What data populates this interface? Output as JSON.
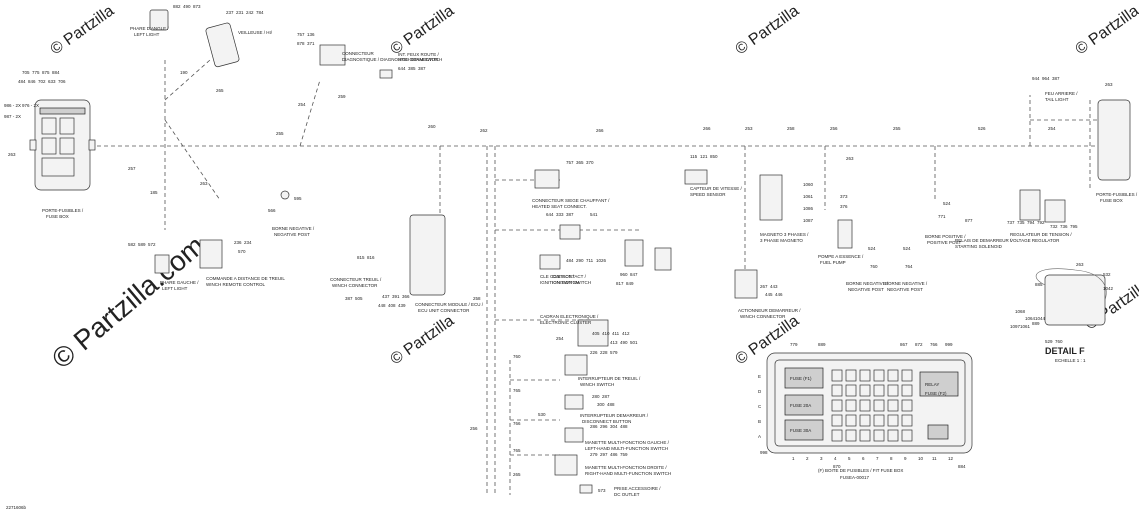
{
  "watermark": {
    "text": "© Partzilla",
    "diagonal_text": "© Partzilla.com"
  },
  "fuse_box": {
    "label_line1": "PORTE-FUSIBLES /",
    "label_line2": "FUSE BOX",
    "refs_top": [
      "705",
      "775",
      "875",
      "884",
      "484",
      "846",
      "702",
      "633",
      "706"
    ],
    "ref_side": "263",
    "side_notes": [
      "986 - 2X",
      "976 - 2X",
      "987 - 2X"
    ]
  },
  "trunk_refs": [
    "257",
    "260",
    "262",
    "266",
    "266",
    "253",
    "258",
    "256",
    "255",
    "526",
    "254"
  ],
  "left_refs": [
    "190",
    "265",
    "254",
    "259",
    "263",
    "255",
    "185",
    "566",
    "595"
  ],
  "components": [
    {
      "id": "winch_light",
      "refs": [
        "882",
        "490",
        "873"
      ],
      "line1": "PHARE D'ANGLE /",
      "line2": "LEFT LIGHT"
    },
    {
      "id": "headlight",
      "refs": [
        "237",
        "231",
        "242",
        "784"
      ],
      "line1": "VEILLEUSE / HI/",
      "line2": ""
    },
    {
      "id": "diag_connector",
      "refs": [
        "757",
        "136",
        "878",
        "371"
      ],
      "line1": "CONNECTEUR",
      "line2": "DIAGNOSTIQUE / DIAGNOSTIC CONNECTOR"
    },
    {
      "id": "hi_light_switch",
      "refs": [
        "644",
        "385",
        "387"
      ],
      "line1": "INT. FEUX ROUTE /",
      "line2": "HIGH BEAM SWITCH"
    },
    {
      "id": "negative_post",
      "refs": [
        "566",
        "595"
      ],
      "line1": "BORNE NEGATIVE /",
      "line2": "NEGATIVE POST"
    },
    {
      "id": "winch_remote",
      "refs": [
        "582",
        "589",
        "572",
        "236",
        "234",
        "570"
      ],
      "line1": "COMMANDE A DISTANCE DE TREUIL",
      "line2": "WINCH REMOTE CONTROL"
    },
    {
      "id": "left_light",
      "refs": [],
      "line1": "PHARE GAUCHE /",
      "line2": "LEFT LIGHT"
    },
    {
      "id": "winch_connector",
      "refs": [
        "815",
        "816"
      ],
      "line1": "CONNECTEUR TREUIL /",
      "line2": "WINCH CONNECTOR"
    },
    {
      "id": "module_conn",
      "refs": [
        "437",
        "391",
        "366",
        "448",
        "408",
        "439",
        "387",
        "505"
      ],
      "line1": "CONNECTEUR MODULE / ECU /",
      "line2": "ECU UNIT CONNECTOR"
    },
    {
      "id": "seat_conn",
      "refs": [
        "757",
        "365",
        "370"
      ],
      "line1": "CONNECTEUR SIEGE CHAUFFANT /",
      "line2": "HEATED SEAT CONNECT."
    },
    {
      "id": "ignition",
      "refs": [
        "644",
        "333",
        "387",
        "541"
      ],
      "line1": "CLE CONTACT /",
      "line2": "IGNITION SWITCH"
    },
    {
      "id": "cluster",
      "refs": [
        "405",
        "410",
        "411",
        "412",
        "413",
        "490",
        "501",
        "254"
      ],
      "line1": "CADRAN ELECTRONIQUE /",
      "line2": "ELECTRONIC CLUSTER"
    },
    {
      "id": "ign_switch",
      "refs": [
        "484",
        "290",
        "711",
        "1026",
        "960",
        "847",
        "817",
        "849"
      ],
      "line1": "CLE CONTACT /",
      "line2": "IGNITION SWITCH"
    },
    {
      "id": "speed_sensor",
      "refs": [
        "115",
        "121",
        "850"
      ],
      "line1": "CAPTEUR DE VITESSE /",
      "line2": "SPEED SENSOR"
    },
    {
      "id": "magneto",
      "refs": [
        "1060",
        "1061",
        "1086",
        "1087"
      ],
      "line1": "MAGNETO 3 PHASES /",
      "line2": "3 PHASE MAGNETO"
    },
    {
      "id": "fuel_pump",
      "refs": [
        "373",
        "376",
        "263"
      ],
      "line1": "POMPE A ESSENCE /",
      "line2": "FUEL PUMP"
    },
    {
      "id": "negative_post2",
      "refs": [
        "524",
        "760"
      ],
      "line1": "BORNE NEGATIVE /",
      "line2": "NEGATIVE POST"
    },
    {
      "id": "negative_post3",
      "refs": [
        "524",
        "764"
      ],
      "line1": "BORNE NEGATIVE /",
      "line2": "NEGATIVE POST"
    },
    {
      "id": "positive_post",
      "refs": [
        "524",
        "771"
      ],
      "line1": "BORNE POSITIVE /",
      "line2": "POSITIVE POST"
    },
    {
      "id": "starter_relay",
      "refs": [
        "877"
      ],
      "line1": "RELAIS DE DEMARREUR /",
      "line2": "STARTING SOLENOID"
    },
    {
      "id": "voltage_reg",
      "refs": [
        "737",
        "735",
        "794",
        "792",
        "732",
        "736",
        "795"
      ],
      "line1": "REGULATEUR DE TENSION /",
      "line2": "VOLTAGE REGULATOR"
    },
    {
      "id": "winch_actuator",
      "refs": [
        "267",
        "443",
        "445",
        "446"
      ],
      "line1": "ACTIONNEUR DEMARREUR /",
      "line2": "WINCH CONNECTOR"
    },
    {
      "id": "tail_light",
      "refs": [
        "944",
        "964",
        "387"
      ],
      "line1": "FEU ARRIERE /",
      "line2": "TAIL LIGHT"
    },
    {
      "id": "fuse_box_right",
      "refs": [
        "263"
      ],
      "line1": "PORTE-FUSIBLES /",
      "line2": "FUSE BOX"
    },
    {
      "id": "winch_switch",
      "refs": [
        "226",
        "228",
        "579"
      ],
      "line1": "INTERRUPTEUR DE TREUIL /",
      "line2": "WINCH SWITCH"
    },
    {
      "id": "disconnect",
      "refs": [
        "280",
        "287",
        "300",
        "488"
      ],
      "line1": "INTERRUPTEUR DEMARREUR /",
      "line2": "DISCONNECT BUTTON"
    },
    {
      "id": "multi_left",
      "refs": [
        "286",
        "296",
        "304",
        "488"
      ],
      "line1": "MANETTE MULTI-FONCTION GAUCHE /",
      "line2": "LEFT-HAND MULTI-FUNCTION SWITCH"
    },
    {
      "id": "multi_right",
      "refs": [
        "279",
        "297",
        "486",
        "759"
      ],
      "line1": "MANETTE MULTI-FONCTION DROITE /",
      "line2": "RIGHT-HAND MULTI-FUNCTION SWITCH"
    },
    {
      "id": "accessory_outlet",
      "refs": [
        "573"
      ],
      "line1": "PRISE ACCESSOIRE /",
      "line2": "DC OUTLET"
    }
  ],
  "vertical_refs": [
    "760",
    "765",
    "766",
    "765",
    "265",
    "530",
    "256",
    "258"
  ],
  "detail_f": {
    "title": "DETAIL F",
    "scale": "ECHELLE 1 : 1",
    "refs_top": [
      "779",
      "889",
      "867",
      "872",
      "766",
      "999"
    ],
    "refs_right": [
      "1068",
      "1064",
      "1044",
      "1097",
      "1061",
      "889",
      "529",
      "760"
    ],
    "refs_misc": [
      "263",
      "532",
      "1042",
      "885",
      "870",
      "884",
      "998"
    ],
    "column_numbers": [
      "1",
      "2",
      "3",
      "4",
      "5",
      "6",
      "7",
      "8",
      "9",
      "10",
      "11",
      "12"
    ],
    "row_letters": [
      "E",
      "D",
      "C",
      "B",
      "A"
    ],
    "caption": "(F) BOITE DE FUSIBLES / FIT FUSE BOX",
    "caption2": "FUSEA-00017",
    "inner_labels": [
      "FUSE (F1)",
      "FUSE 20A",
      "FUSE 30A",
      "RELAY",
      "FUSE (F2)"
    ]
  },
  "footer_code": "2271606b"
}
